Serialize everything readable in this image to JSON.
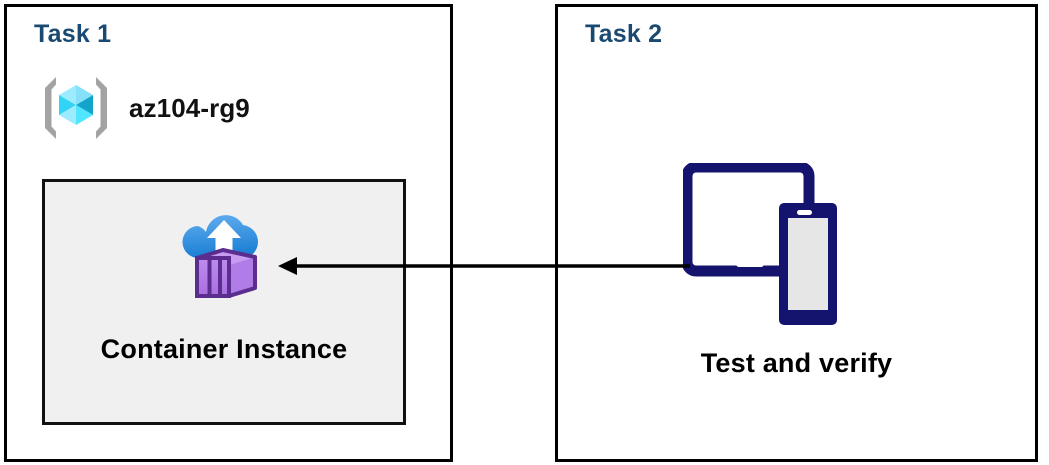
{
  "diagram": {
    "title": "Azure Container Instance task diagram",
    "background": "#ffffff",
    "colors": {
      "panel_border": "#000000",
      "task_label": "#1a4971",
      "inner_box_fill": "#f0f0f0",
      "inner_box_border": "#111111",
      "arrow": "#000000",
      "device_navy": "#14146e",
      "device_screen_gray": "#e6e6e6",
      "cloud_blue_light": "#55a2e8",
      "cloud_blue_dark": "#1b7fd4",
      "container_purple_light": "#b07ce8",
      "container_purple_dark": "#5b2d8e",
      "rg_cube_cyan": "#50e6ff",
      "rg_bracket_gray": "#a3a3a3"
    }
  },
  "panels": [
    {
      "id": "task1",
      "title": "Task 1",
      "resource_group": {
        "icon": "azure-resource-group-icon",
        "label": "az104-rg9"
      },
      "node": {
        "icon": "azure-container-instance-icon",
        "label": "Container Instance"
      }
    },
    {
      "id": "task2",
      "title": "Task 2",
      "node": {
        "icon": "devices-tablet-phone-icon",
        "label": "Test and verify"
      }
    }
  ],
  "connector": {
    "name": "arrow-task2-to-container-instance",
    "direction": "right-to-left",
    "from": "Test and verify",
    "to": "Container Instance",
    "arrowhead": "left"
  }
}
